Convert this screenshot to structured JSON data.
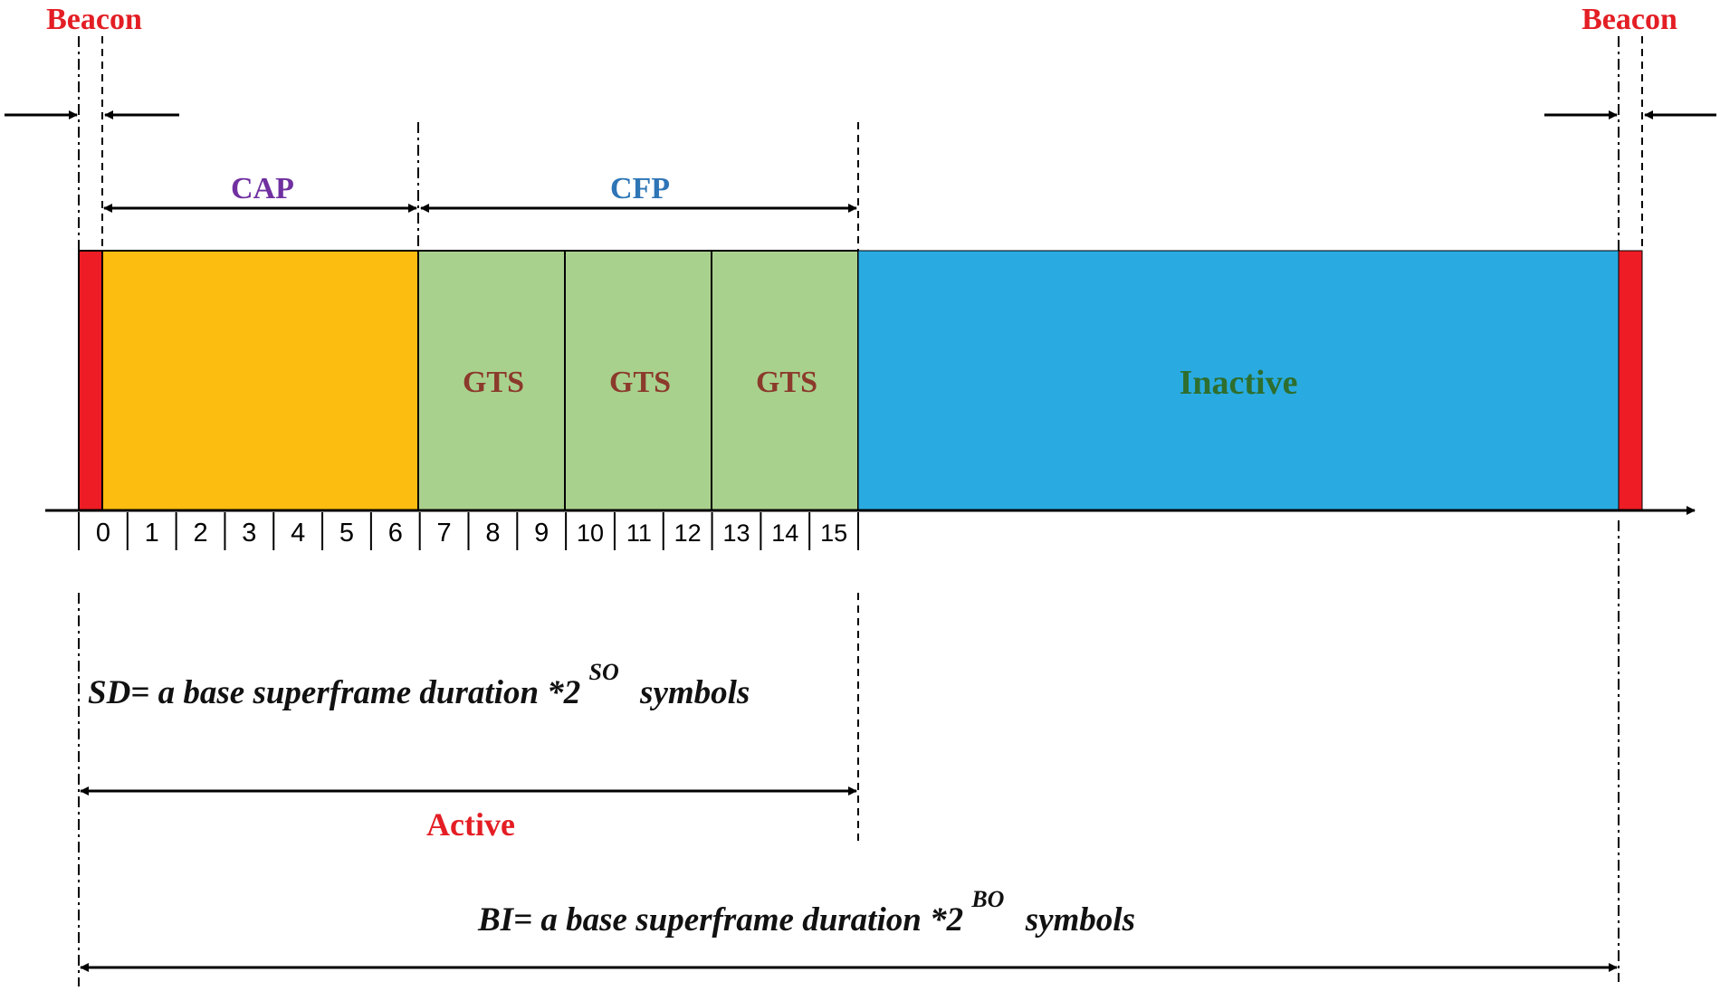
{
  "beacon_left": "Beacon",
  "beacon_right": "Beacon",
  "cap_label": "CAP",
  "cfp_label": "CFP",
  "gts_labels": [
    "GTS",
    "GTS",
    "GTS"
  ],
  "inactive_label": "Inactive",
  "slot_numbers": [
    "0",
    "1",
    "2",
    "3",
    "4",
    "5",
    "6",
    "7",
    "8",
    "9",
    "10",
    "11",
    "12",
    "13",
    "14",
    "15"
  ],
  "sd_formula": {
    "prefix": "SD= a base superframe duration *2",
    "exponent": "SO",
    "suffix": "symbols"
  },
  "active_label": "Active",
  "bi_formula": {
    "prefix": "BI= a base superframe duration *2",
    "exponent": "BO",
    "suffix": "symbols"
  },
  "colors": {
    "beacon": "#ee1c24",
    "cap": "#fdbd10",
    "gts": "#a9d18e",
    "inactive": "#29abe2",
    "beacon_text": "#e31e24",
    "cap_text": "#7030a0",
    "cfp_text": "#2e75b6",
    "gts_text": "#8b3a2b",
    "inactive_text": "#2e6e2e",
    "active_text": "#e31e24"
  }
}
